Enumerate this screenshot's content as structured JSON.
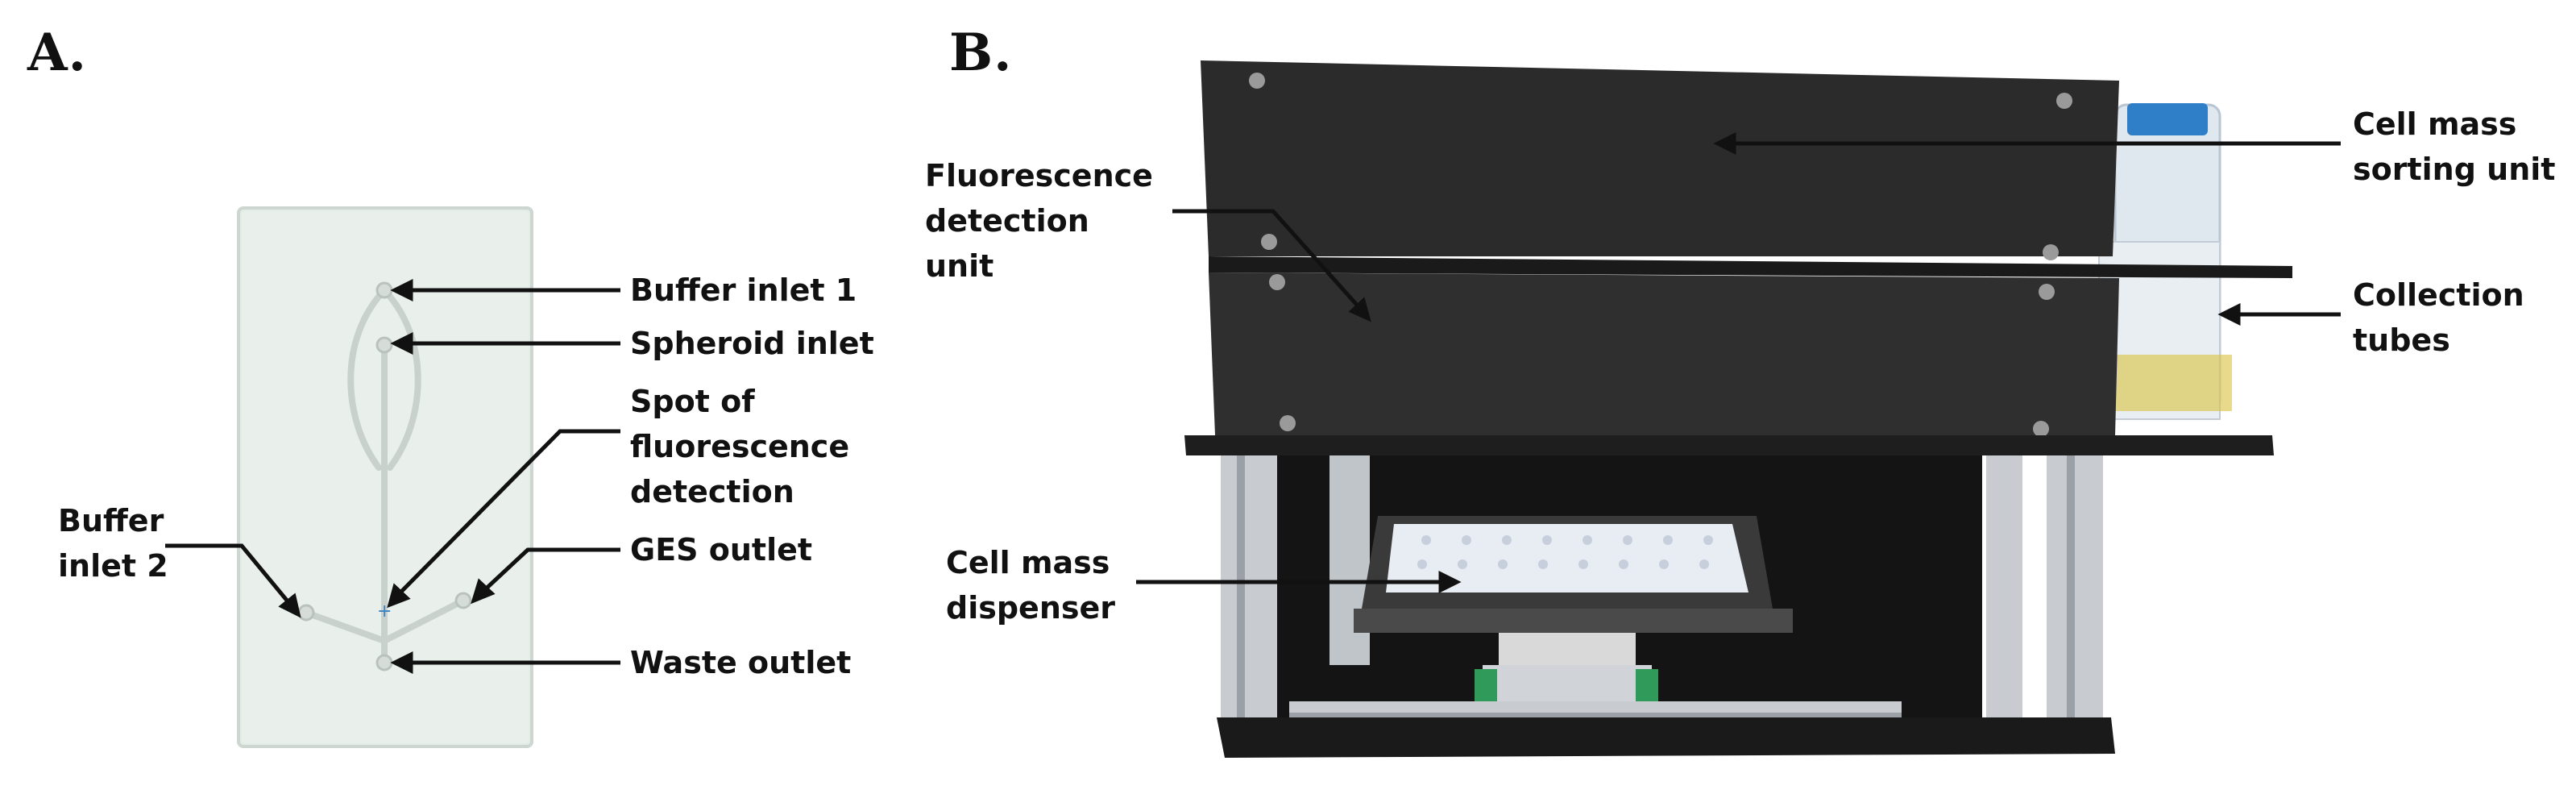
{
  "panels": {
    "a": {
      "letter": "A.",
      "labels": {
        "buffer_inlet_1": "Buffer inlet 1",
        "spheroid_inlet": "Spheroid inlet",
        "spot_fluorescence": "Spot of\nfluorescence\ndetection",
        "ges_outlet": "GES outlet",
        "waste_outlet": "Waste outlet",
        "buffer_inlet_2": "Buffer\ninlet 2"
      }
    },
    "b": {
      "letter": "B.",
      "labels": {
        "fluorescence_unit": "Fluorescence\ndetection\nunit",
        "cell_mass_sorting_unit": "Cell mass\nsorting unit",
        "collection_tubes": "Collection\ntubes",
        "cell_mass_dispenser": "Cell mass\ndispenser"
      }
    }
  },
  "colors": {
    "chip_background": "#e4ece8",
    "device_body": "#2a2a2a",
    "rail_aluminium": "#c8ccd0",
    "linear_guide": "#2f9a5a"
  }
}
